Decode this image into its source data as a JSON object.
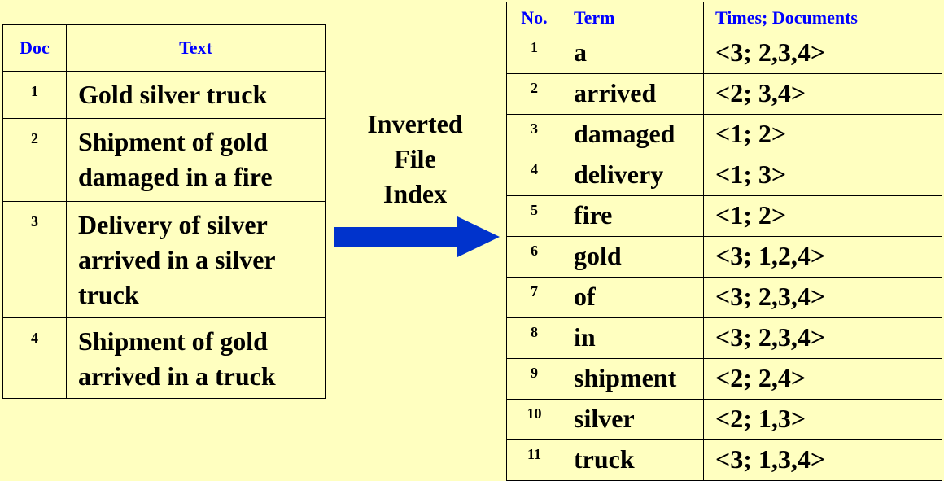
{
  "doc_table": {
    "headers": [
      "Doc",
      "Text"
    ],
    "rows": [
      {
        "id": "1",
        "lines": [
          "Gold silver truck"
        ]
      },
      {
        "id": "2",
        "lines": [
          "Shipment of gold",
          "damaged in a fire"
        ]
      },
      {
        "id": "3",
        "lines": [
          "Delivery of silver",
          "arrived in a silver",
          "truck"
        ]
      },
      {
        "id": "4",
        "lines": [
          "Shipment of gold",
          "arrived in a truck"
        ]
      }
    ]
  },
  "arrow_label": [
    "Inverted",
    "File",
    "Index"
  ],
  "index_table": {
    "headers": [
      "No.",
      "Term",
      "Times; Documents"
    ],
    "rows": [
      {
        "no": "1",
        "term": "a",
        "times": "<3; 2,3,4>"
      },
      {
        "no": "2",
        "term": "arrived",
        "times": "<2; 3,4>"
      },
      {
        "no": "3",
        "term": "damaged",
        "times": "<1; 2>"
      },
      {
        "no": "4",
        "term": "delivery",
        "times": "<1; 3>"
      },
      {
        "no": "5",
        "term": "fire",
        "times": "<1; 2>"
      },
      {
        "no": "6",
        "term": "gold",
        "times": "<3; 1,2,4>"
      },
      {
        "no": "7",
        "term": "of",
        "times": "<3; 2,3,4>"
      },
      {
        "no": "8",
        "term": "in",
        "times": "<3; 2,3,4>"
      },
      {
        "no": "9",
        "term": "shipment",
        "times": "<2; 2,4>"
      },
      {
        "no": "10",
        "term": "silver",
        "times": "<2; 1,3>"
      },
      {
        "no": "11",
        "term": "truck",
        "times": "<3; 1,3,4>"
      }
    ]
  },
  "colors": {
    "background": "#ffffc0",
    "header_text": "#0000ff",
    "arrow": "#0033cc"
  }
}
